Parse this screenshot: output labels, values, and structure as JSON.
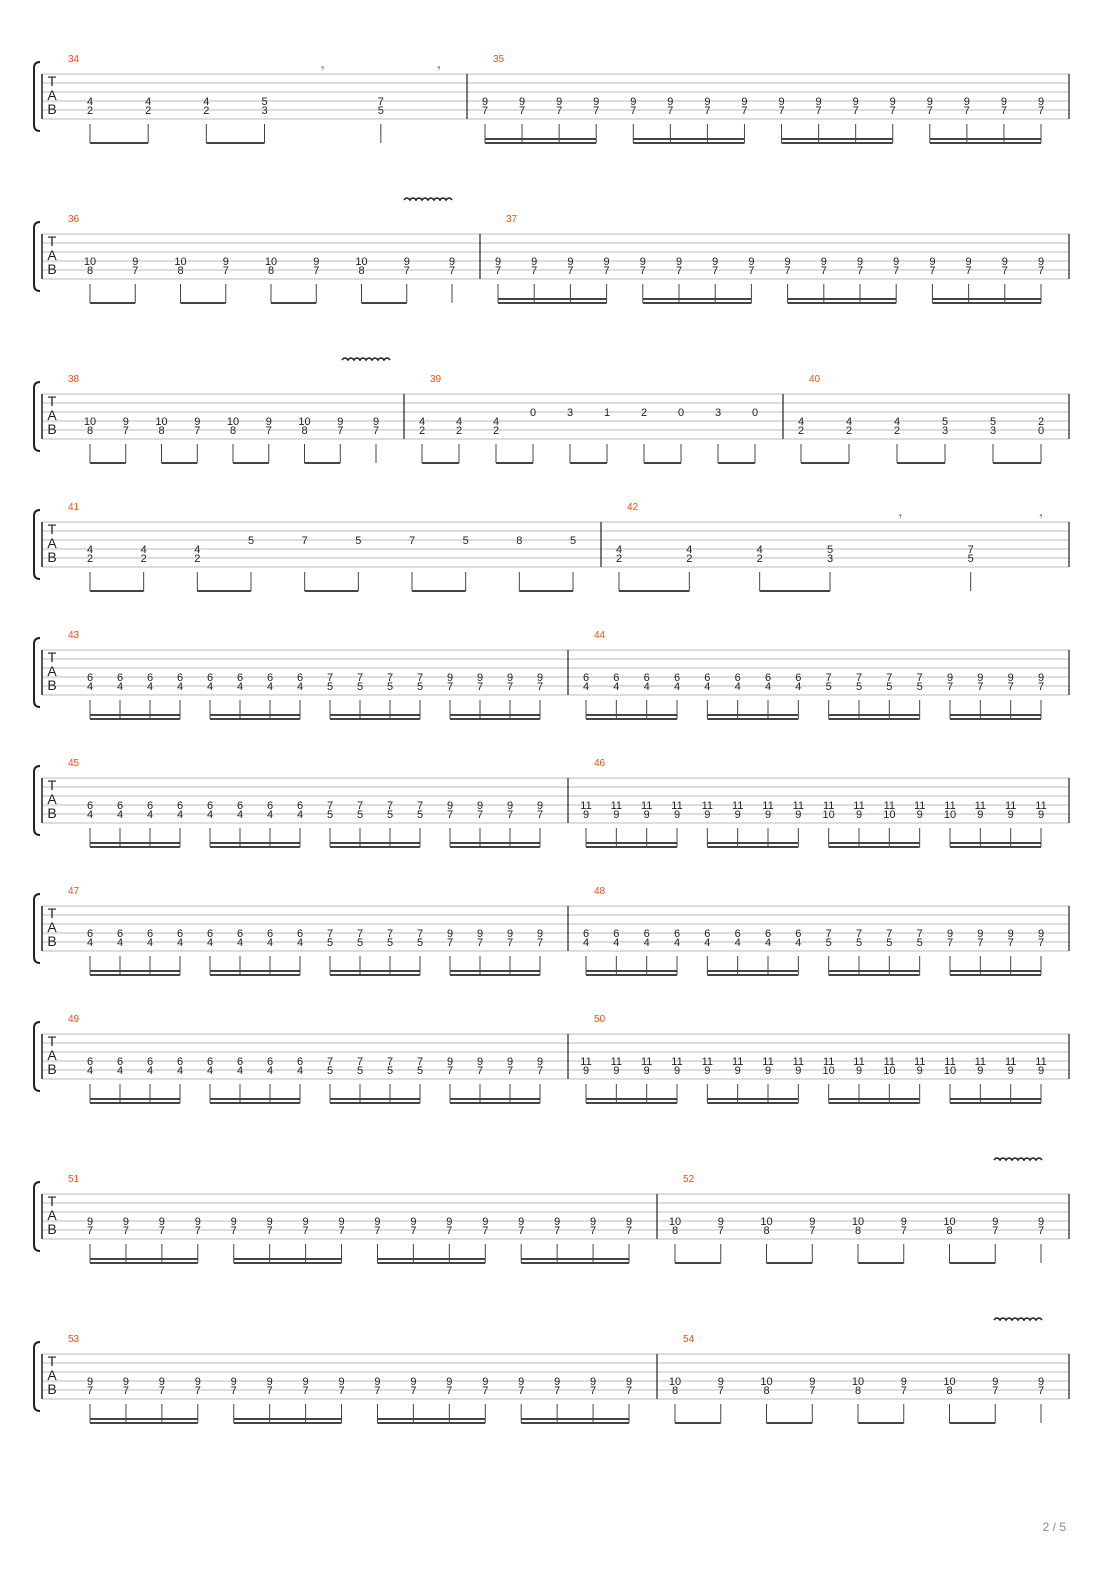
{
  "page": {
    "number": "2 / 5"
  },
  "clef": [
    "T",
    "A",
    "B"
  ],
  "icons": {
    "rest": "eighth-rest",
    "vibrato": "vibrato-wave",
    "tie": "tie-arc"
  },
  "systems": [
    {
      "measures": [
        {
          "num": "34",
          "notes": [
            [
              "4",
              "2"
            ],
            [
              "4",
              "2"
            ],
            [
              "4",
              "2"
            ],
            [
              "5",
              "3"
            ],
            [
              "r"
            ],
            [
              "7",
              "5"
            ],
            [
              "r"
            ]
          ]
        },
        {
          "num": "35",
          "notes": [
            [
              "9",
              "7"
            ],
            [
              "9",
              "7"
            ],
            [
              "9",
              "7"
            ],
            [
              "9",
              "7"
            ],
            [
              "9",
              "7"
            ],
            [
              "9",
              "7"
            ],
            [
              "9",
              "7"
            ],
            [
              "9",
              "7"
            ],
            [
              "9",
              "7"
            ],
            [
              "9",
              "7"
            ],
            [
              "9",
              "7"
            ],
            [
              "9",
              "7"
            ],
            [
              "9",
              "7"
            ],
            [
              "9",
              "7"
            ],
            [
              "9",
              "7"
            ],
            [
              "9",
              "7"
            ]
          ]
        }
      ]
    },
    {
      "vibrato": true,
      "measures": [
        {
          "num": "36",
          "notes": [
            [
              "10",
              "8"
            ],
            [
              "9",
              "7"
            ],
            [
              "10",
              "8"
            ],
            [
              "9",
              "7"
            ],
            [
              "10",
              "8"
            ],
            [
              "9",
              "7"
            ],
            [
              "10",
              "8"
            ],
            [
              "9",
              "7"
            ],
            [
              "9",
              "7"
            ]
          ]
        },
        {
          "num": "37",
          "notes": [
            [
              "9",
              "7"
            ],
            [
              "9",
              "7"
            ],
            [
              "9",
              "7"
            ],
            [
              "9",
              "7"
            ],
            [
              "9",
              "7"
            ],
            [
              "9",
              "7"
            ],
            [
              "9",
              "7"
            ],
            [
              "9",
              "7"
            ],
            [
              "9",
              "7"
            ],
            [
              "9",
              "7"
            ],
            [
              "9",
              "7"
            ],
            [
              "9",
              "7"
            ],
            [
              "9",
              "7"
            ],
            [
              "9",
              "7"
            ],
            [
              "9",
              "7"
            ],
            [
              "9",
              "7"
            ]
          ]
        }
      ]
    },
    {
      "vibrato": true,
      "measures": [
        {
          "num": "38",
          "notes": [
            [
              "10",
              "8"
            ],
            [
              "9",
              "7"
            ],
            [
              "10",
              "8"
            ],
            [
              "9",
              "7"
            ],
            [
              "10",
              "8"
            ],
            [
              "9",
              "7"
            ],
            [
              "10",
              "8"
            ],
            [
              "9",
              "7"
            ],
            [
              "9",
              "7"
            ]
          ]
        },
        {
          "num": "39",
          "notes": [
            [
              "4",
              "2"
            ],
            [
              "4",
              "2"
            ],
            [
              "4",
              "2"
            ],
            [
              "0"
            ],
            [
              "3"
            ],
            [
              "1"
            ],
            [
              "2"
            ],
            [
              "0"
            ],
            [
              "3"
            ],
            [
              "0"
            ]
          ]
        },
        {
          "num": "40",
          "notes": [
            [
              "4",
              "2"
            ],
            [
              "4",
              "2"
            ],
            [
              "4",
              "2"
            ],
            [
              "5",
              "3"
            ],
            [
              "5",
              "3"
            ],
            [
              "2",
              "0"
            ]
          ]
        }
      ]
    },
    {
      "measures": [
        {
          "num": "41",
          "notes": [
            [
              "4",
              "2"
            ],
            [
              "4",
              "2"
            ],
            [
              "4",
              "2"
            ],
            [
              "5"
            ],
            [
              "7"
            ],
            [
              "5"
            ],
            [
              "7"
            ],
            [
              "5"
            ],
            [
              "8"
            ],
            [
              "5"
            ]
          ]
        },
        {
          "num": "42",
          "notes": [
            [
              "4",
              "2"
            ],
            [
              "4",
              "2"
            ],
            [
              "4",
              "2"
            ],
            [
              "5",
              "3"
            ],
            [
              "r"
            ],
            [
              "7",
              "5"
            ],
            [
              "r"
            ]
          ]
        }
      ]
    },
    {
      "measures": [
        {
          "num": "43",
          "notes": [
            [
              "6",
              "4"
            ],
            [
              "6",
              "4"
            ],
            [
              "6",
              "4"
            ],
            [
              "6",
              "4"
            ],
            [
              "6",
              "4"
            ],
            [
              "6",
              "4"
            ],
            [
              "6",
              "4"
            ],
            [
              "6",
              "4"
            ],
            [
              "7",
              "5"
            ],
            [
              "7",
              "5"
            ],
            [
              "7",
              "5"
            ],
            [
              "7",
              "5"
            ],
            [
              "9",
              "7"
            ],
            [
              "9",
              "7"
            ],
            [
              "9",
              "7"
            ],
            [
              "9",
              "7"
            ]
          ]
        },
        {
          "num": "44",
          "notes": [
            [
              "6",
              "4"
            ],
            [
              "6",
              "4"
            ],
            [
              "6",
              "4"
            ],
            [
              "6",
              "4"
            ],
            [
              "6",
              "4"
            ],
            [
              "6",
              "4"
            ],
            [
              "6",
              "4"
            ],
            [
              "6",
              "4"
            ],
            [
              "7",
              "5"
            ],
            [
              "7",
              "5"
            ],
            [
              "7",
              "5"
            ],
            [
              "7",
              "5"
            ],
            [
              "9",
              "7"
            ],
            [
              "9",
              "7"
            ],
            [
              "9",
              "7"
            ],
            [
              "9",
              "7"
            ]
          ]
        }
      ]
    },
    {
      "measures": [
        {
          "num": "45",
          "notes": [
            [
              "6",
              "4"
            ],
            [
              "6",
              "4"
            ],
            [
              "6",
              "4"
            ],
            [
              "6",
              "4"
            ],
            [
              "6",
              "4"
            ],
            [
              "6",
              "4"
            ],
            [
              "6",
              "4"
            ],
            [
              "6",
              "4"
            ],
            [
              "7",
              "5"
            ],
            [
              "7",
              "5"
            ],
            [
              "7",
              "5"
            ],
            [
              "7",
              "5"
            ],
            [
              "9",
              "7"
            ],
            [
              "9",
              "7"
            ],
            [
              "9",
              "7"
            ],
            [
              "9",
              "7"
            ]
          ]
        },
        {
          "num": "46",
          "notes": [
            [
              "11",
              "9"
            ],
            [
              "11",
              "9"
            ],
            [
              "11",
              "9"
            ],
            [
              "11",
              "9"
            ],
            [
              "11",
              "9"
            ],
            [
              "11",
              "9"
            ],
            [
              "11",
              "9"
            ],
            [
              "11",
              "9"
            ],
            [
              "11",
              "10"
            ],
            [
              "11",
              "9"
            ],
            [
              "11",
              "10"
            ],
            [
              "11",
              "9"
            ],
            [
              "11",
              "10"
            ],
            [
              "11",
              "9"
            ],
            [
              "11",
              "9"
            ],
            [
              "11",
              "9"
            ]
          ]
        }
      ]
    },
    {
      "measures": [
        {
          "num": "47",
          "notes": [
            [
              "6",
              "4"
            ],
            [
              "6",
              "4"
            ],
            [
              "6",
              "4"
            ],
            [
              "6",
              "4"
            ],
            [
              "6",
              "4"
            ],
            [
              "6",
              "4"
            ],
            [
              "6",
              "4"
            ],
            [
              "6",
              "4"
            ],
            [
              "7",
              "5"
            ],
            [
              "7",
              "5"
            ],
            [
              "7",
              "5"
            ],
            [
              "7",
              "5"
            ],
            [
              "9",
              "7"
            ],
            [
              "9",
              "7"
            ],
            [
              "9",
              "7"
            ],
            [
              "9",
              "7"
            ]
          ]
        },
        {
          "num": "48",
          "notes": [
            [
              "6",
              "4"
            ],
            [
              "6",
              "4"
            ],
            [
              "6",
              "4"
            ],
            [
              "6",
              "4"
            ],
            [
              "6",
              "4"
            ],
            [
              "6",
              "4"
            ],
            [
              "6",
              "4"
            ],
            [
              "6",
              "4"
            ],
            [
              "7",
              "5"
            ],
            [
              "7",
              "5"
            ],
            [
              "7",
              "5"
            ],
            [
              "7",
              "5"
            ],
            [
              "9",
              "7"
            ],
            [
              "9",
              "7"
            ],
            [
              "9",
              "7"
            ],
            [
              "9",
              "7"
            ]
          ]
        }
      ]
    },
    {
      "measures": [
        {
          "num": "49",
          "notes": [
            [
              "6",
              "4"
            ],
            [
              "6",
              "4"
            ],
            [
              "6",
              "4"
            ],
            [
              "6",
              "4"
            ],
            [
              "6",
              "4"
            ],
            [
              "6",
              "4"
            ],
            [
              "6",
              "4"
            ],
            [
              "6",
              "4"
            ],
            [
              "7",
              "5"
            ],
            [
              "7",
              "5"
            ],
            [
              "7",
              "5"
            ],
            [
              "7",
              "5"
            ],
            [
              "9",
              "7"
            ],
            [
              "9",
              "7"
            ],
            [
              "9",
              "7"
            ],
            [
              "9",
              "7"
            ]
          ]
        },
        {
          "num": "50",
          "notes": [
            [
              "11",
              "9"
            ],
            [
              "11",
              "9"
            ],
            [
              "11",
              "9"
            ],
            [
              "11",
              "9"
            ],
            [
              "11",
              "9"
            ],
            [
              "11",
              "9"
            ],
            [
              "11",
              "9"
            ],
            [
              "11",
              "9"
            ],
            [
              "11",
              "10"
            ],
            [
              "11",
              "9"
            ],
            [
              "11",
              "10"
            ],
            [
              "11",
              "9"
            ],
            [
              "11",
              "10"
            ],
            [
              "11",
              "9"
            ],
            [
              "11",
              "9"
            ],
            [
              "11",
              "9"
            ]
          ]
        }
      ]
    },
    {
      "vibrato": true,
      "measures": [
        {
          "num": "51",
          "notes": [
            [
              "9",
              "7"
            ],
            [
              "9",
              "7"
            ],
            [
              "9",
              "7"
            ],
            [
              "9",
              "7"
            ],
            [
              "9",
              "7"
            ],
            [
              "9",
              "7"
            ],
            [
              "9",
              "7"
            ],
            [
              "9",
              "7"
            ],
            [
              "9",
              "7"
            ],
            [
              "9",
              "7"
            ],
            [
              "9",
              "7"
            ],
            [
              "9",
              "7"
            ],
            [
              "9",
              "7"
            ],
            [
              "9",
              "7"
            ],
            [
              "9",
              "7"
            ],
            [
              "9",
              "7"
            ]
          ]
        },
        {
          "num": "52",
          "notes": [
            [
              "10",
              "8"
            ],
            [
              "9",
              "7"
            ],
            [
              "10",
              "8"
            ],
            [
              "9",
              "7"
            ],
            [
              "10",
              "8"
            ],
            [
              "9",
              "7"
            ],
            [
              "10",
              "8"
            ],
            [
              "9",
              "7"
            ],
            [
              "9",
              "7"
            ]
          ]
        }
      ]
    },
    {
      "vibrato": true,
      "measures": [
        {
          "num": "53",
          "notes": [
            [
              "9",
              "7"
            ],
            [
              "9",
              "7"
            ],
            [
              "9",
              "7"
            ],
            [
              "9",
              "7"
            ],
            [
              "9",
              "7"
            ],
            [
              "9",
              "7"
            ],
            [
              "9",
              "7"
            ],
            [
              "9",
              "7"
            ],
            [
              "9",
              "7"
            ],
            [
              "9",
              "7"
            ],
            [
              "9",
              "7"
            ],
            [
              "9",
              "7"
            ],
            [
              "9",
              "7"
            ],
            [
              "9",
              "7"
            ],
            [
              "9",
              "7"
            ],
            [
              "9",
              "7"
            ]
          ]
        },
        {
          "num": "54",
          "notes": [
            [
              "10",
              "8"
            ],
            [
              "9",
              "7"
            ],
            [
              "10",
              "8"
            ],
            [
              "9",
              "7"
            ],
            [
              "10",
              "8"
            ],
            [
              "9",
              "7"
            ],
            [
              "10",
              "8"
            ],
            [
              "9",
              "7"
            ],
            [
              "9",
              "7"
            ]
          ]
        }
      ]
    }
  ]
}
